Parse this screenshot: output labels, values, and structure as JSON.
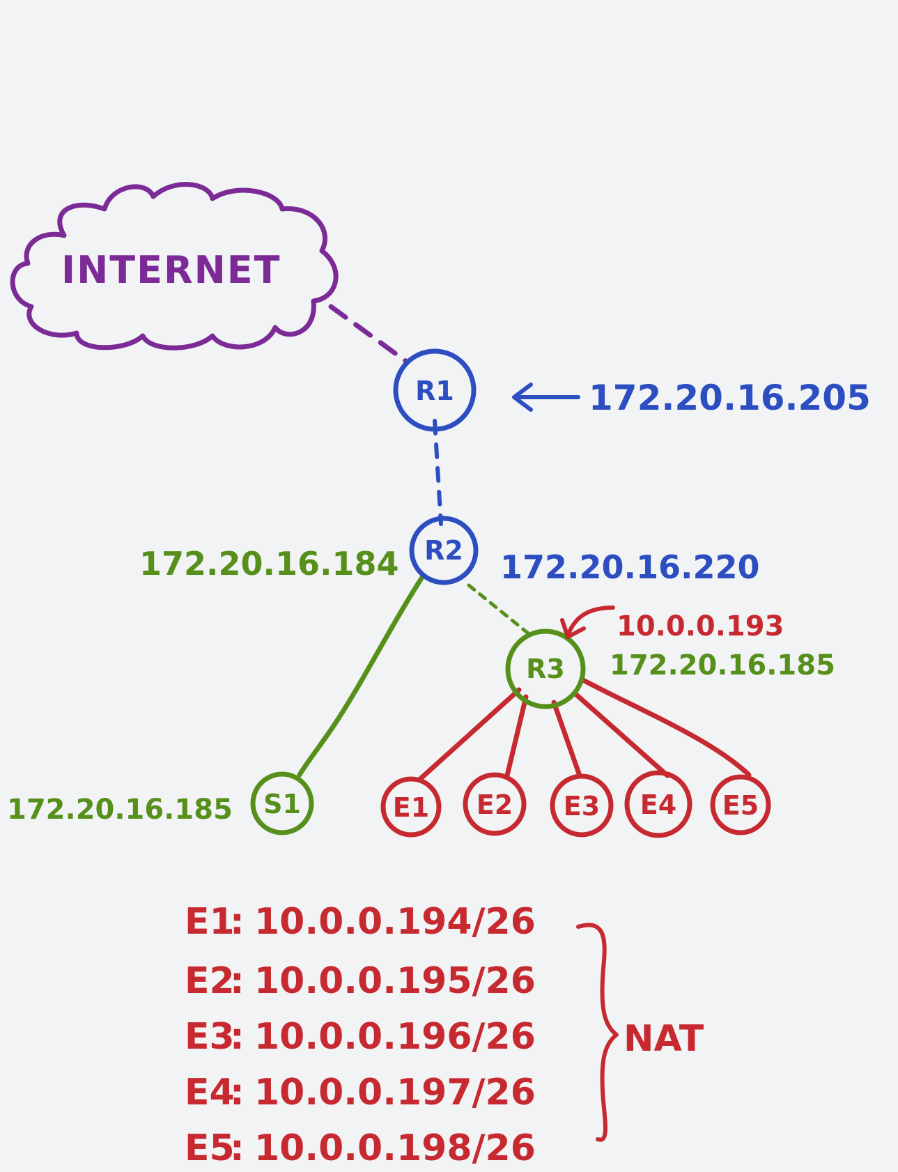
{
  "colors": {
    "purple": "#7b2a96",
    "blue": "#2d4ec0",
    "green": "#56901a",
    "red": "#c62a30",
    "background": "#f2f3f5"
  },
  "cloud": {
    "label": "INTERNET"
  },
  "nodes": {
    "r1": "R1",
    "r2": "R2",
    "r3": "R3",
    "s1": "S1",
    "e1": "E1",
    "e2": "E2",
    "e3": "E3",
    "e4": "E4",
    "e5": "E5"
  },
  "addresses": {
    "r1_ip": "172.20.16.205",
    "r2_left_ip": "172.20.16.184",
    "r2_right_ip": "172.20.16.220",
    "r3_inner_ip": "10.0.0.193",
    "r3_outer_ip": "172.20.16.185",
    "s1_ip": "172.20.16.185"
  },
  "endpoint_list": [
    {
      "name": "E1",
      "address": "10.0.0.194/26"
    },
    {
      "name": "E2",
      "address": "10.0.0.195/26"
    },
    {
      "name": "E3",
      "address": "10.0.0.196/26"
    },
    {
      "name": "E4",
      "address": "10.0.0.197/26"
    },
    {
      "name": "E5",
      "address": "10.0.0.198/26"
    }
  ],
  "nat_label": "NAT"
}
